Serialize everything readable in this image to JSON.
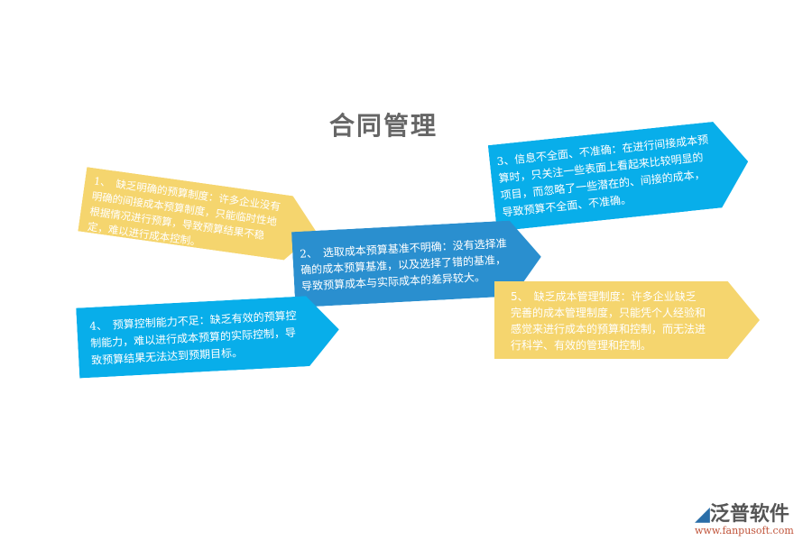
{
  "title": "合同管理",
  "colors": {
    "yellow": "#f5d56e",
    "dark_blue": "#2a8fcf",
    "light_blue": "#08aeea",
    "title": "#666666"
  },
  "items": [
    {
      "text": "1、　缺乏明确的预算制度：许多企业没有明确的间接成本预算制度，只能临时性地根据情况进行预算，导致预算结果不稳定，难以进行成本控制。"
    },
    {
      "text": "2、　选取成本预算基准不明确：没有选择准确的成本预算基准，以及选择了错的基准，导致预算成本与实际成本的差异较大。"
    },
    {
      "text": "3、信息不全面、不准确：在进行间接成本预算时，只关注一些表面上看起来比较明显的项目，而忽略了一些潜在的、间接的成本，导致预算不全面、不准确。"
    },
    {
      "text": "4、　预算控制能力不足：缺乏有效的预算控制能力，难以进行成本预算的实际控制，导致预算结果无法达到预期目标。"
    },
    {
      "text": "5、　缺乏成本管理制度：许多企业缺乏完善的成本管理制度，只能凭个人经验和感觉来进行成本的预算和控制，而无法进行科学、有效的管理和控制。"
    }
  ],
  "logo": {
    "name": "泛普软件",
    "url": "www.fanpusoft.com"
  }
}
